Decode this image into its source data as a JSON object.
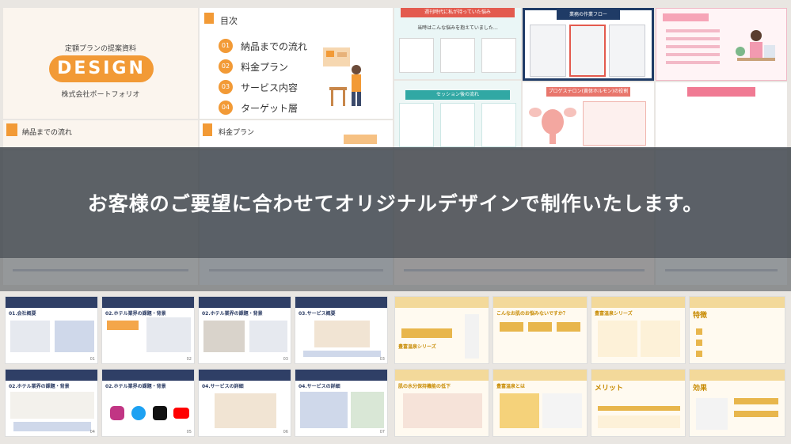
{
  "headline": "お客様のご要望に合わせてオリジナルデザインで制作いたします。",
  "cover": {
    "pre_title": "定額プランの提案資料",
    "brand": "DESIGN",
    "subtitle": "株式会社ポートフォリオ",
    "flow_title": "納品までの流れ"
  },
  "toc": {
    "title": "目次",
    "items": [
      {
        "num": "01",
        "label": "納品までの流れ"
      },
      {
        "num": "02",
        "label": "料金プラン"
      },
      {
        "num": "03",
        "label": "サービス内容"
      },
      {
        "num": "04",
        "label": "ターゲット層"
      }
    ],
    "plan_title": "料金プラン"
  },
  "slides_top": {
    "worry_header": "週刊時代に私が持っていた悩み",
    "worry_line": "当時はこんな悩みを抱えていました…",
    "session_header": "セッション後の流れ",
    "work_header": "業務の作業フロー",
    "hormone_header": "プロゲステロン(黄体ホルモン)の役割"
  },
  "colors": {
    "accent_orange": "#f29a36",
    "band": "#393f47",
    "navy": "#2f3f66",
    "gold": "#e8b64c",
    "teal": "#31a8a4",
    "coral": "#e35a4e"
  },
  "bottom_slides": {
    "marketing": [
      {
        "title": "01.会社概要",
        "num": "01"
      },
      {
        "title": "02.ホテル業界の課題・背景",
        "num": "02"
      },
      {
        "title": "02.ホテル業界の課題・背景",
        "num": "03"
      },
      {
        "title": "03.サービス概要",
        "num": "03"
      },
      {
        "title": "02.ホテル業界の課題・背景",
        "num": "04"
      },
      {
        "title": "02.ホテル業界の課題・背景",
        "num": "05"
      },
      {
        "title": "04.サービスの詳細",
        "num": "06"
      },
      {
        "title": "04.サービスの詳細",
        "num": "07"
      }
    ],
    "onsen": [
      {
        "title": "豊富温泉シリーズ"
      },
      {
        "title": "こんなお肌のお悩みないですか？"
      },
      {
        "title": "豊富温泉シリーズ"
      },
      {
        "title": "特徴"
      },
      {
        "title": "肌の水分保持機能の低下"
      },
      {
        "title": "豊富温泉とは"
      },
      {
        "title": "メリット"
      },
      {
        "title": "効果"
      }
    ]
  }
}
